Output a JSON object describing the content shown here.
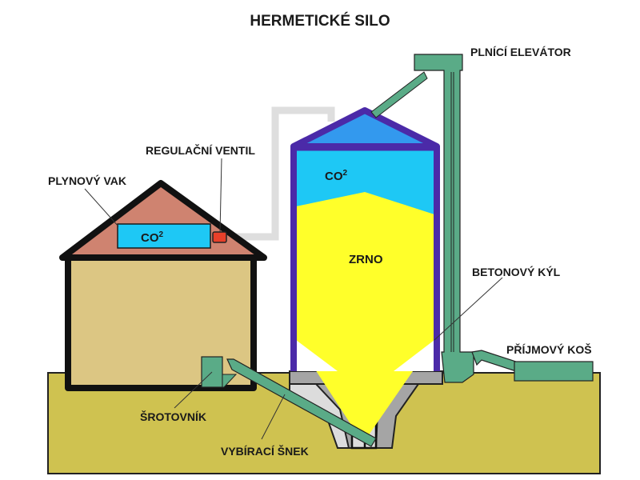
{
  "title": "HERMETICKÉ SILO",
  "labels": {
    "filling_elevator": "PLNÍCÍ ELEVÁTOR",
    "regulating_valve": "REGULAČNÍ VENTIL",
    "gas_bag": "PLYNOVÝ VAK",
    "concrete_keel": "BETONOVÝ KÝL",
    "intake_hopper": "PŘÍJMOVÝ KOŠ",
    "grinder": "ŠROTOVNÍK",
    "discharge_auger": "VYBÍRACÍ ŠNEK",
    "grain": "ZRNO",
    "bag_gas": "CO",
    "bag_gas_sup": "2",
    "silo_gas": "CO",
    "silo_gas_sup": "2"
  },
  "colors": {
    "silo_outline": "#4b2aa8",
    "silo_roof": "#3399ee",
    "co2": "#1ec8f5",
    "grain": "#ffff2a",
    "elevator": "#5aab87",
    "house_roof": "#cf8370",
    "house_wall": "#dcc683",
    "ground": "#cfc250",
    "valve": "#e8402a",
    "pipe": "#dedede",
    "concrete_dark": "#a5a5a5",
    "concrete_light": "#dcdcdc"
  }
}
